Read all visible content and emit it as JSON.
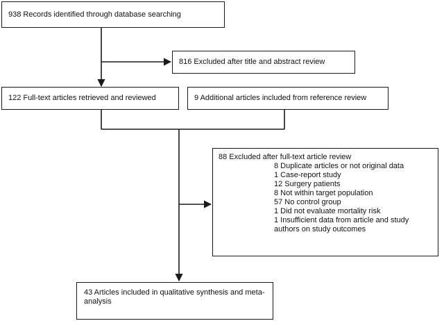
{
  "flowchart": {
    "records": "938 Records identified through database searching",
    "excluded_title_abstract": "816 Excluded after title and abstract review",
    "fulltext_reviewed": "122 Full-text articles retrieved and reviewed",
    "additional_reference": "9 Additional articles included from reference review",
    "excluded_fulltext": {
      "heading": "88 Excluded after full-text article review",
      "reasons": [
        "8 Duplicate articles or not original data",
        "1 Case-report study",
        "12 Surgery patients",
        "8 Not within target population",
        "57 No control group",
        "1 Did not evaluate mortality risk",
        "1 Insufficient data from article and study authors on study outcomes"
      ]
    },
    "included": "43 Articles included in qualitative synthesis and meta-analysis"
  }
}
